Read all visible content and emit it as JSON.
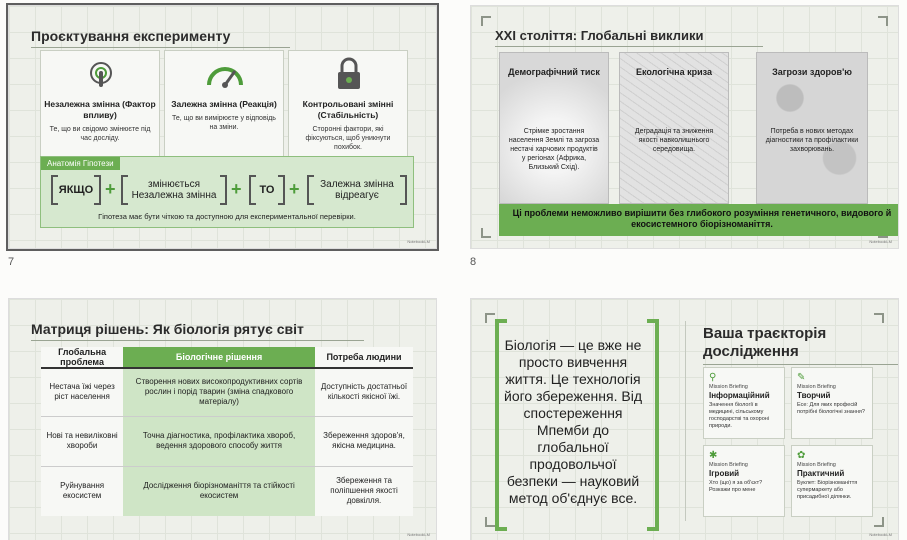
{
  "slide7": {
    "number": "7",
    "title": "Проєктування експерименту",
    "cards": [
      {
        "title": "Незалежна змінна (Фактор впливу)",
        "desc": "Те, що ви свідомо змінюєте під час досліду.",
        "icon": "hand-touch-icon"
      },
      {
        "title": "Залежна змінна (Реакція)",
        "desc": "Те, що ви вимірюєте у відповідь на зміни.",
        "icon": "gauge-icon"
      },
      {
        "title": "Контрольовані змінні (Стабільність)",
        "desc": "Сторонні фактори, які фіксуються, щоб уникнути похибок.",
        "icon": "lock-icon"
      }
    ],
    "anatomy_label": "Анатомія Гіпотези",
    "formula": [
      "ЯКЩО",
      "змінюється Незалежна змінна",
      "ТО",
      "Залежна змінна відреагує"
    ],
    "note": "Гіпотеза має бути чіткою та доступною для експериментальної перевірки."
  },
  "slide8": {
    "number": "8",
    "title": "XXI століття: Глобальні виклики",
    "columns": [
      {
        "head": "Демографічний тиск",
        "desc": "Стрімке зростання населення Землі та загроза нестачі харчових продуктів у регіонах (Африка, Близький Схід)."
      },
      {
        "head": "Екологічна криза",
        "desc": "Деградація та зниження якості навколишнього середовища."
      },
      {
        "head": "Загрози здоров'ю",
        "desc": "Потреба в нових методах діагностики та профілактики захворювань."
      }
    ],
    "band": "Ці проблеми неможливо вирішити без глибокого розуміння генетичного, видового й екосистемного біорізноманіття."
  },
  "slide9": {
    "title": "Матриця рішень: Як біологія рятує світ",
    "headers": [
      "Глобальна проблема",
      "Біологічне рішення",
      "Потреба людини"
    ],
    "rows": [
      [
        "Нестача їжі через ріст населення",
        "Створення нових високопродуктивних сортів рослин і порід тварин (зміна спадкового матеріалу)",
        "Доступність достатньої кількості якісної їжі."
      ],
      [
        "Нові та невиліковні хвороби",
        "Точна діагностика, профілактика хвороб, ведення здорового способу життя",
        "Збереження здоров'я, якісна медицина."
      ],
      [
        "Руйнування екосистем",
        "Дослідження біорізноманіття та стійкості екосистем",
        "Збереження та поліпшення якості довкілля."
      ]
    ]
  },
  "slide10": {
    "quote": "Біологія — це вже не просто вивчення життя. Це технологія його збереження. Від спостереження Мпемби до глобальної продовольчої безпеки — науковий метод об'єднує все.",
    "title": "Ваша траєкторія дослідження",
    "cards": [
      {
        "kicker": "Mission Briefing",
        "name": "Інформаційний",
        "desc": "Значення біології в медицині, сільському господарстві та охороні природи.",
        "icon": "search-icon"
      },
      {
        "kicker": "Mission Briefing",
        "name": "Творчий",
        "desc": "Есе: Для яких професій потрібні біологічні знання?",
        "icon": "pencil-icon"
      },
      {
        "kicker": "Mission Briefing",
        "name": "Ігровий",
        "desc": "Хто (що) я за об'єкт? Розкажи про мене",
        "icon": "puzzle-icon"
      },
      {
        "kicker": "Mission Briefing",
        "name": "Практичний",
        "desc": "Буклет: Біорізноманіття супермаркету або присадибної ділянки.",
        "icon": "leaf-icon"
      }
    ]
  },
  "logo": "NotebookLM",
  "colors": {
    "accent": "#6cae52",
    "accent_light": "#d6e8cf",
    "background": "#eef0ea"
  }
}
